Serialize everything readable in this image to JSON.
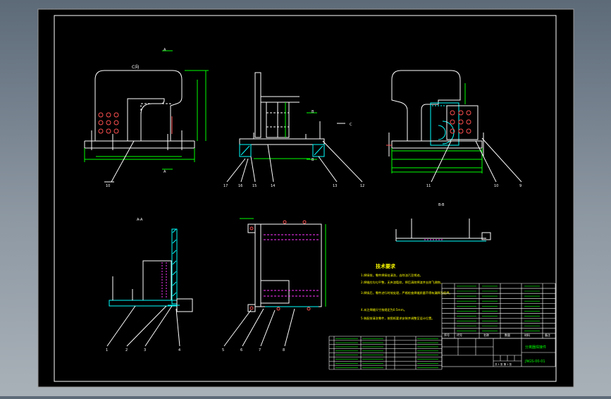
{
  "colors": {
    "background_top": "#5d6a78",
    "background_bottom": "#a9b1b8",
    "sheet": "#000000",
    "frame": "#ffffff",
    "outline": "#ffffff",
    "dimension": "#00ff00",
    "hidden_line": "#ff33ff",
    "hatch": "#00ffff",
    "hole": "#ff5050",
    "note_text": "#ffff00"
  },
  "section_labels": {
    "view_c": "C向",
    "section_aa": "A-A",
    "section_bb": "B-B",
    "cut_a_top": "A",
    "cut_a_bottom": "A",
    "cut_b": "B",
    "cut_c": "C"
  },
  "balloons": {
    "view1": [
      "10"
    ],
    "view2": [
      "17",
      "16",
      "15",
      "14",
      "13",
      "12"
    ],
    "view3": [
      "11",
      "10",
      "9"
    ],
    "view4": [
      "1",
      "2",
      "3",
      "4"
    ],
    "view5": [
      "5",
      "6",
      "7",
      "8"
    ]
  },
  "technical_requirements": {
    "title": "技术要求",
    "items": [
      "1.焊接前，零件焊接处清洗，去除油污及锈迹。",
      "2.焊缝应均匀平整，无夹渣裂纹，焊后清除焊渣并去除飞溅物。",
      "3.焊接后，零件进行时效处理，严格检查焊缝质量不得有漏焊及假焊。",
      "4.未注焊缝尺寸按规定为0.5mm。",
      "5.装配前清洗零件，按图纸要求安装并调整至设计位置。"
    ]
  },
  "title_block": {
    "drawing_number": "JNGS-00-01",
    "drawing_name": "分离器焊接件",
    "scale_text": "共 1 张 第 1 张",
    "header": [
      "序号",
      "代号",
      "名称",
      "数量",
      "材料",
      "备注"
    ]
  }
}
